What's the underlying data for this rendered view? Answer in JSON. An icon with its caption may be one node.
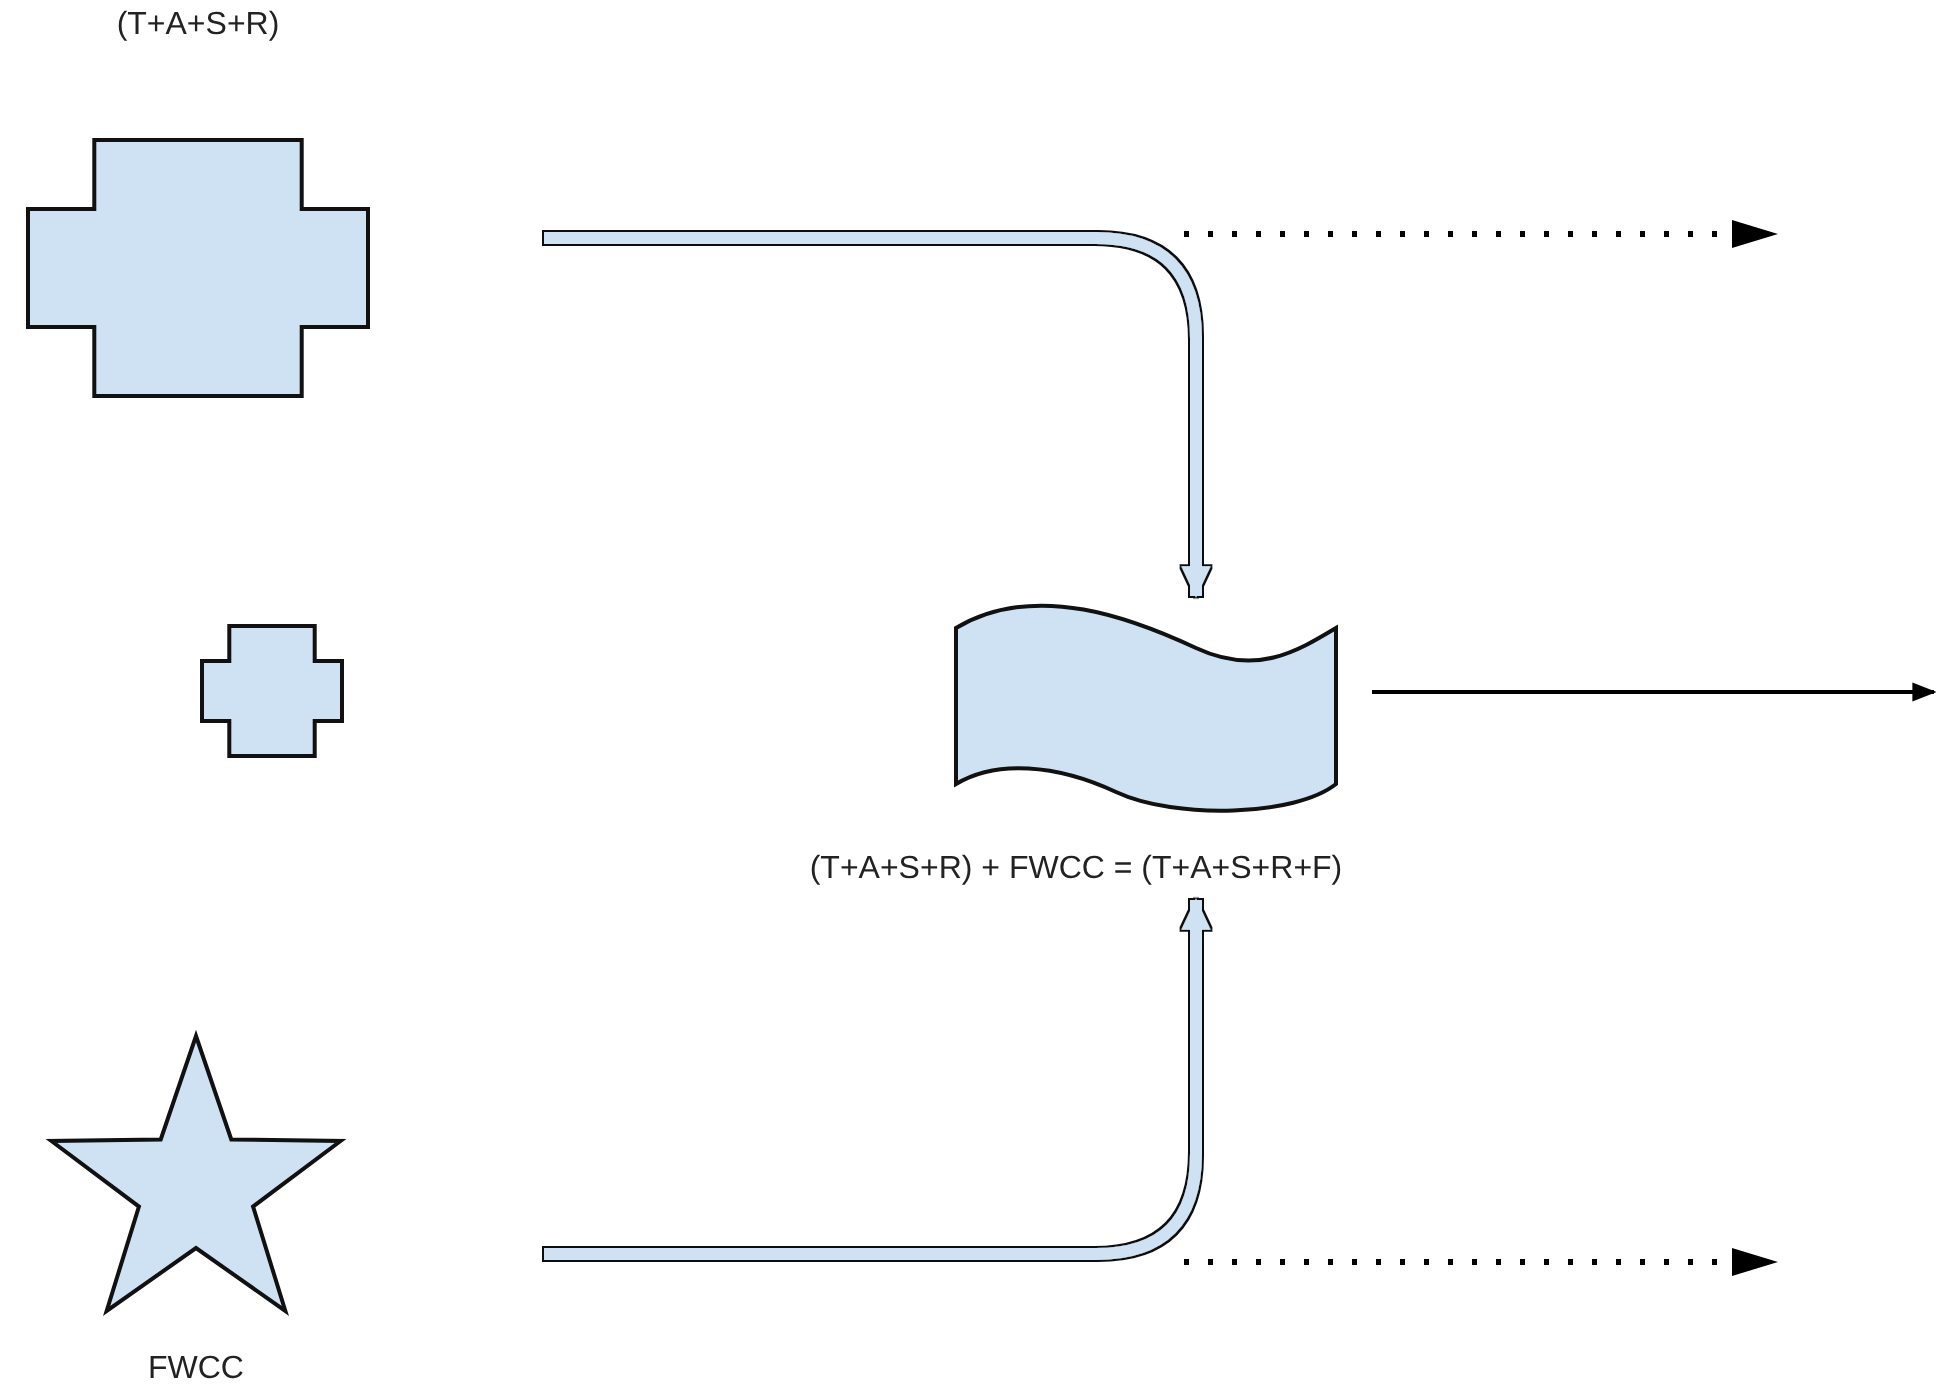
{
  "diagram": {
    "nodes": [
      {
        "text": [
          "(T+A+S+R)"
        ]
      },
      {
        "text": [],
        "shape": "cross"
      },
      {
        "text": [
          "FWCC"
        ]
      },
      {
        "text": [
          "(T+A+S+R) + FWCC = (T+A+S+R+F)"
        ]
      }
    ],
    "edges": [
      {
        "from": null,
        "to": 3,
        "arrow": "to",
        "color": "#cfe2f3"
      },
      {
        "from": null,
        "to": 3,
        "arrow": "to",
        "color": "#cfe2f3"
      },
      {
        "from": 3,
        "to": null,
        "arrow": "to",
        "color": "#000000"
      }
    ]
  }
}
